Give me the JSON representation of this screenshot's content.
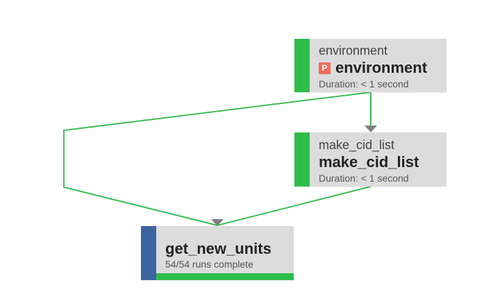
{
  "colors": {
    "success": "#2fbd4a",
    "running": "#3d62a0",
    "edge": "#3cbe53",
    "arrow": "#808080",
    "node_bg": "#dcdcdc",
    "badge": "#ef6b5b"
  },
  "nodes": {
    "environment": {
      "name_small": "environment",
      "name_big": "environment",
      "badge_letter": "P",
      "badge_icon": "pipeline-badge-icon",
      "duration": "Duration: < 1 second",
      "status": "success"
    },
    "make_cid_list": {
      "name_small": "make_cid_list",
      "name_big": "make_cid_list",
      "duration": "Duration: < 1 second",
      "status": "success"
    },
    "get_new_units": {
      "name_big": "get_new_units",
      "runs": "54/54 runs complete",
      "progress_fraction": 1.0,
      "status": "running"
    }
  },
  "edges": [
    {
      "from": "environment",
      "to": "make_cid_list"
    },
    {
      "from": "environment",
      "to": "get_new_units"
    },
    {
      "from": "make_cid_list",
      "to": "get_new_units"
    }
  ]
}
